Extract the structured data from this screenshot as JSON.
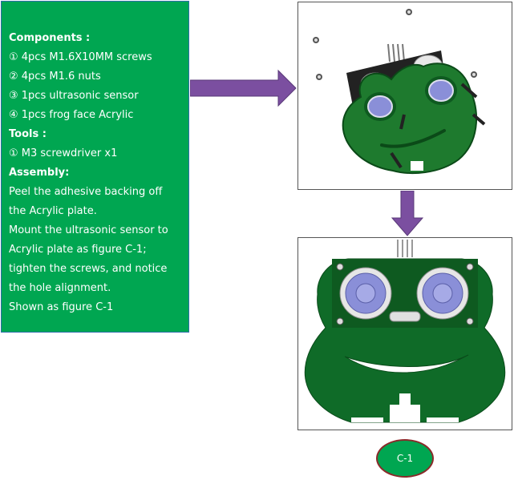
{
  "instructions": {
    "lines": [
      {
        "text": "Components :",
        "bold": true
      },
      {
        "text": "①  4pcs M1.6X10MM screws",
        "bold": false
      },
      {
        "text": "② 4pcs M1.6 nuts",
        "bold": false
      },
      {
        "text": "③ 1pcs ultrasonic sensor",
        "bold": false
      },
      {
        "text": "④ 1pcs frog face Acrylic",
        "bold": false
      },
      {
        "text": "Tools :",
        "bold": true
      },
      {
        "text": "① M3 screwdriver x1",
        "bold": false
      },
      {
        "text": "Assembly:",
        "bold": true
      },
      {
        "text": "Peel the adhesive backing off",
        "bold": false
      },
      {
        "text": "the Acrylic plate.",
        "bold": false
      },
      {
        "text": "Mount the ultrasonic sensor to",
        "bold": false
      },
      {
        "text": "Acrylic plate as figure C-1;",
        "bold": false
      },
      {
        "text": "tighten the screws, and notice",
        "bold": false
      },
      {
        "text": "the hole alignment.",
        "bold": false
      },
      {
        "text": "Shown as figure C-1",
        "bold": false
      }
    ]
  },
  "figure": {
    "caption": "C-1"
  },
  "colors": {
    "panel_bg": "#00a651",
    "arrow": "#7b4fa0",
    "frog": "#0f6b28",
    "lens": "#8a8fd8"
  }
}
